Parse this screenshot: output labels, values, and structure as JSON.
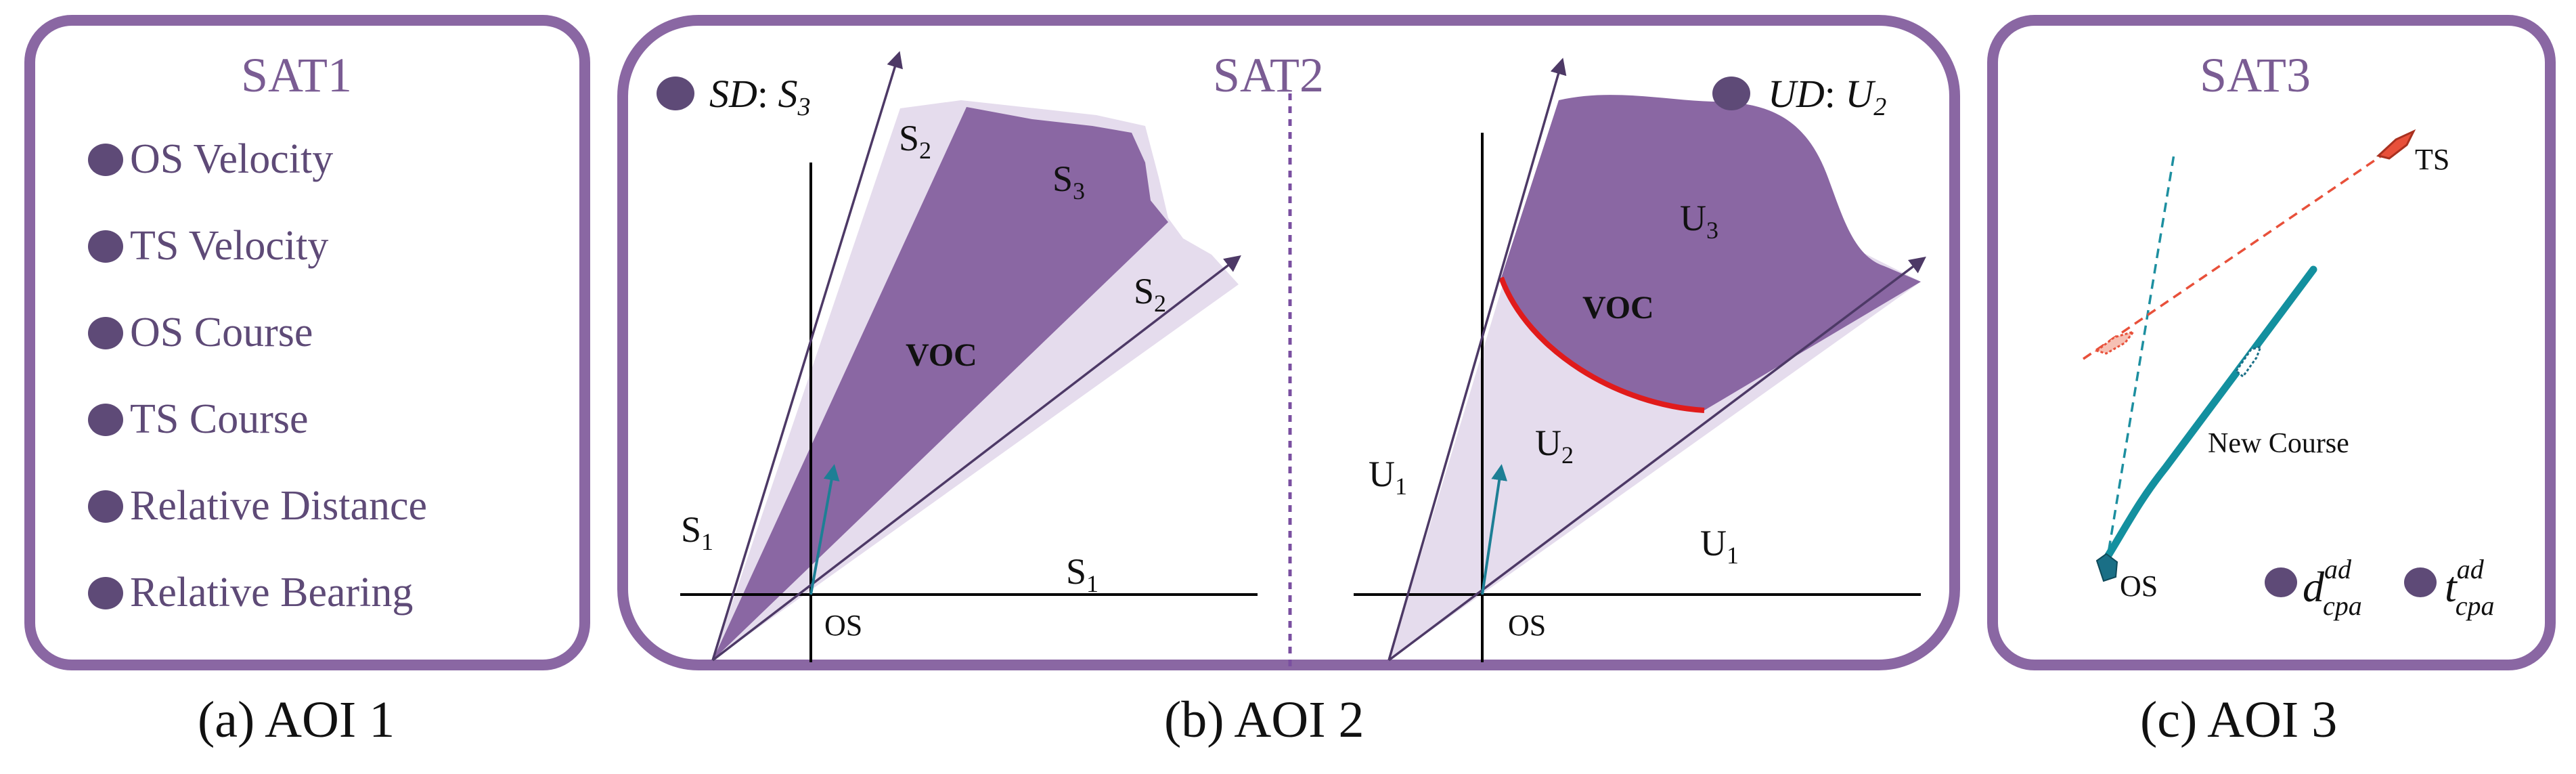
{
  "colors": {
    "panel_border": "#8a67a3",
    "region_dark": "#8a67a3",
    "region_light": "#e5dced",
    "velocity_arrow": "#1d7f95",
    "boundary_red": "#e01b1b",
    "ts_vessel": "#e8503a",
    "os_vessel": "#1a6f86",
    "new_course": "#13909f",
    "legend_dot": "#5e4a77"
  },
  "panels": {
    "sat1": {
      "title": "SAT1",
      "items": [
        {
          "label": "OS Velocity"
        },
        {
          "label": "TS Velocity"
        },
        {
          "label": "OS Course"
        },
        {
          "label": "TS Course"
        },
        {
          "label": "Relative Distance"
        },
        {
          "label": "Relative Bearing"
        }
      ],
      "caption": "(a) AOI 1"
    },
    "sat2": {
      "title": "SAT2",
      "left": {
        "legend_sym": "SD",
        "legend_sep": ": ",
        "legend_var": "S",
        "legend_sub": "3",
        "labels": {
          "s1_a": "S",
          "s1_a_sub": "1",
          "s1_b": "S",
          "s1_b_sub": "1",
          "s2_a": "S",
          "s2_a_sub": "2",
          "s2_b": "S",
          "s2_b_sub": "2",
          "s3": "S",
          "s3_sub": "3",
          "voc": "VOC",
          "os": "OS"
        }
      },
      "right": {
        "legend_sym": "UD",
        "legend_sep": ": ",
        "legend_var": "U",
        "legend_sub": "2",
        "labels": {
          "u1_a": "U",
          "u1_a_sub": "1",
          "u1_b": "U",
          "u1_b_sub": "1",
          "u2": "U",
          "u2_sub": "2",
          "u3": "U",
          "u3_sub": "3",
          "voc": "VOC",
          "os": "OS"
        }
      },
      "caption": "(b) AOI 2"
    },
    "sat3": {
      "title": "SAT3",
      "ts_label": "TS",
      "os_label": "OS",
      "new_course_label": "New Course",
      "legend": [
        {
          "var": "d",
          "sup": "ad",
          "sub": "cpa"
        },
        {
          "var": "t",
          "sup": "ad",
          "sub": "cpa"
        }
      ],
      "caption": "(c) AOI 3"
    }
  }
}
